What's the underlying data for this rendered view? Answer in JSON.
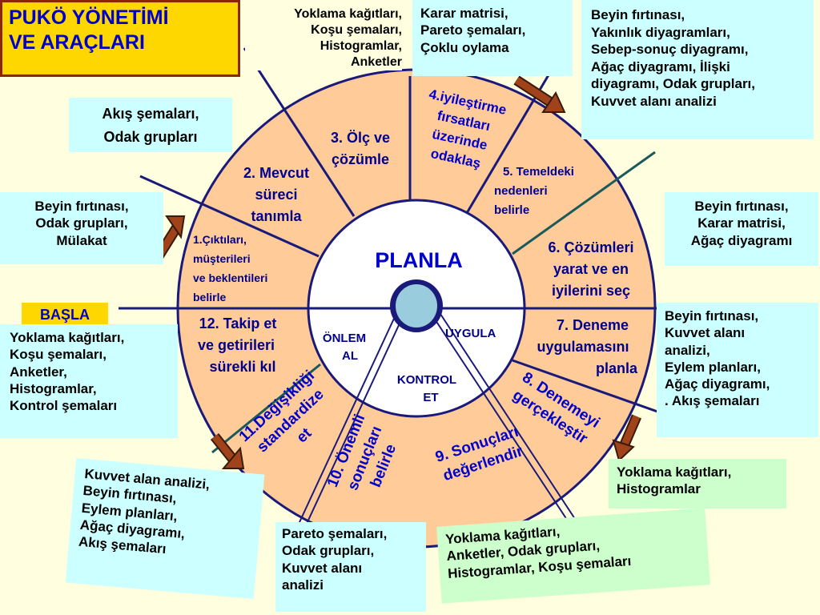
{
  "title": [
    "PUKÖ YÖNETİMİ",
    "VE ARAÇLARI"
  ],
  "start": "BAŞLA",
  "center": "PLANLA",
  "phases": [
    "UYGULA",
    "KONTROL ET",
    "ÖNLEM AL"
  ],
  "steps": [
    "1.Çıktıları, müşterileri ve beklentileri belirle",
    "2. Mevcut süreci tanımla",
    "3. Ölç ve çözümle",
    "4.iyileştirme fırsatları üzerinde odaklaş",
    "5. Temeldeki nedenleri belirle",
    "6. Çözümleri yarat ve en iyilerini seç",
    "7. Deneme uygulamasını planla",
    "8. Denemeyi gerçekleştir",
    "9. Sonuçları değerlendir",
    "10. Önemli sonuçları belirle",
    "11.Değişikliği standardize et",
    "12. Takip et ve getirileri sürekli kıl"
  ],
  "tools": {
    "top_left_mid": [
      "Yoklama kağıtları,",
      "Koşu şemaları,",
      "Histogramlar,",
      "Anketler"
    ],
    "top_mid": [
      "Karar matrisi,",
      "Pareto şemaları,",
      "Çoklu oylama"
    ],
    "top_right": [
      "Beyin fırtınası,",
      "Yakınlık diyagramları,",
      "Sebep-sonuç diyagramı,",
      "Ağaç diyagramı, İlişki",
      "diyagramı, Odak grupları,",
      "Kuvvet alanı analizi"
    ],
    "left_upper": [
      "Akış şemaları,",
      "Odak grupları"
    ],
    "left_mid": [
      "Beyin fırtınası,",
      "Odak grupları,",
      "Mülakat"
    ],
    "right_mid": [
      "Beyin fırtınası,",
      "Karar matrisi,",
      "Ağaç diyagramı"
    ],
    "left_low": [
      "Yoklama kağıtları,",
      "Koşu şemaları,",
      "Anketler,",
      "Histogramlar,",
      "Kontrol şemaları"
    ],
    "right_low": [
      "Beyin fırtınası,",
      "Kuvvet alanı",
      "analizi,",
      "Eylem  planları,",
      "Ağaç diyagramı,",
      ".   Akış şemaları"
    ],
    "bottom_right_small": [
      "Yoklama kağıtları,",
      "Histogramlar"
    ],
    "bottom_left": [
      "Kuvvet alan analizi,",
      "Beyin fırtınası,",
      "Eylem planları,",
      "Ağaç diyagramı,",
      "Akış şemaları"
    ],
    "bottom_mid": [
      "Pareto şemaları,",
      "Odak grupları,",
      "Kuvvet alanı",
      "analizi"
    ],
    "bottom_right": [
      "Yoklama kağıtları,",
      "Anketler, Odak grupları,",
      "Histogramlar, Koşu şemaları"
    ]
  },
  "colors": {
    "background": "#FFFFE0",
    "ring_fill": "#FFCC99",
    "ring_stroke": "#1A1A7A",
    "step_text": "#00008B",
    "rotated_step_text": "#0000CC",
    "hub": "#99CCDD",
    "arrow": "#A0431A",
    "title_bg": "#FFD700",
    "tool_box_cyan": "#CCFFFF",
    "tool_box_green": "#CCFFCC"
  }
}
